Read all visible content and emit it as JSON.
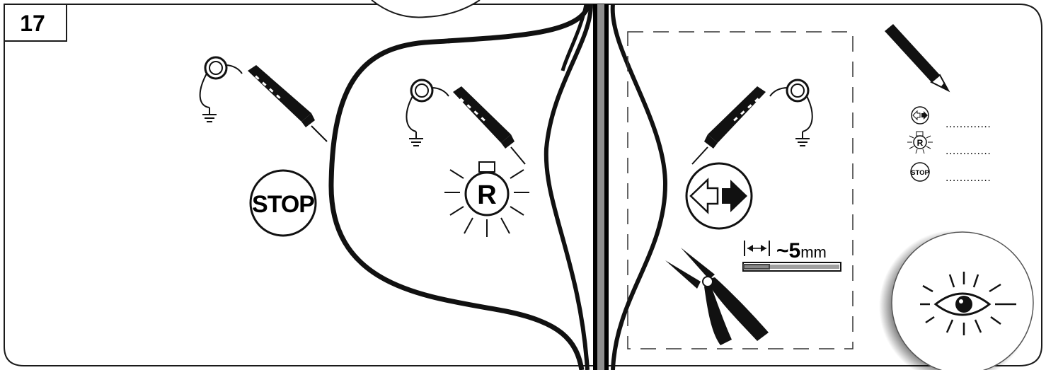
{
  "step_number": "17",
  "icons": {
    "stop_label": "STOP",
    "reverse_label": "R",
    "strip_length_value": "~5",
    "strip_length_unit": "mm"
  },
  "legend": {
    "items": [
      {
        "icon": "arrow-both-icon",
        "value": "............."
      },
      {
        "icon": "reverse-light-icon",
        "label": "R",
        "value": "............."
      },
      {
        "icon": "stop-icon",
        "label": "STOP",
        "value": "............."
      }
    ]
  }
}
